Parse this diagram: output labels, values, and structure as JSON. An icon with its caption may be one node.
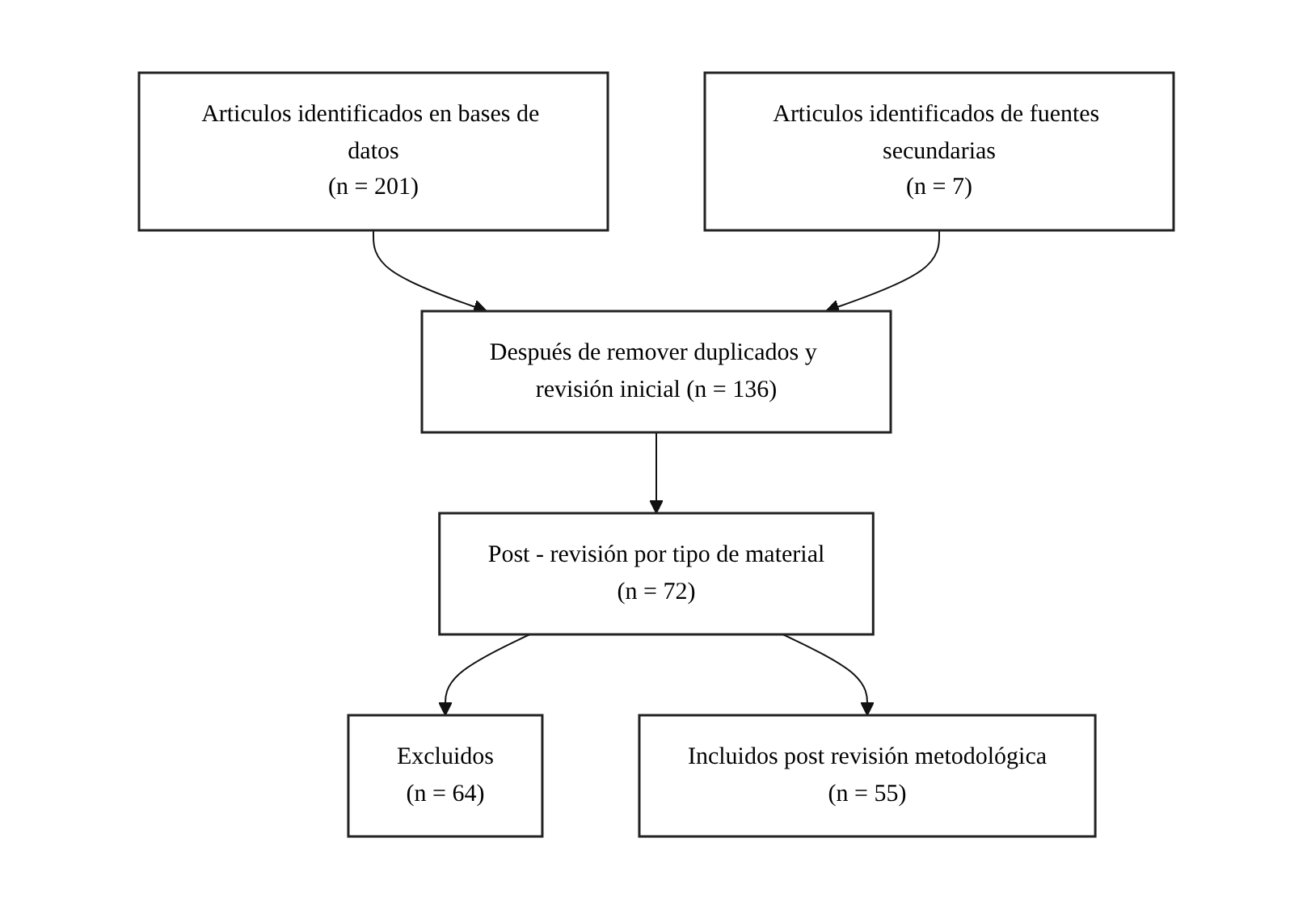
{
  "diagram": {
    "nodes": [
      {
        "text": [
          "Articulos identificados en bases de datos",
          "(n = 201)"
        ]
      },
      {
        "text": [
          "Articulos identificados de fuentes secundarias",
          "(n = 7)"
        ]
      },
      {
        "text": [
          "Después de remover duplicados y revisión inicial (n = 136)"
        ]
      },
      {
        "text": [
          "Post - revisión por tipo de material",
          "(n = 72)"
        ]
      },
      {
        "text": [
          "Excluidos",
          "(n = 64)"
        ]
      },
      {
        "text": [
          "Incluidos post revisión metodológica",
          "(n = 55)"
        ]
      }
    ],
    "edges": [
      {
        "from": 0,
        "to": 2,
        "arrow": "to"
      },
      {
        "from": 1,
        "to": 2,
        "arrow": "to"
      },
      {
        "from": 2,
        "to": 3,
        "arrow": "to"
      },
      {
        "from": 3,
        "to": 4,
        "arrow": "to"
      },
      {
        "from": 3,
        "to": 5,
        "arrow": "to"
      }
    ]
  }
}
